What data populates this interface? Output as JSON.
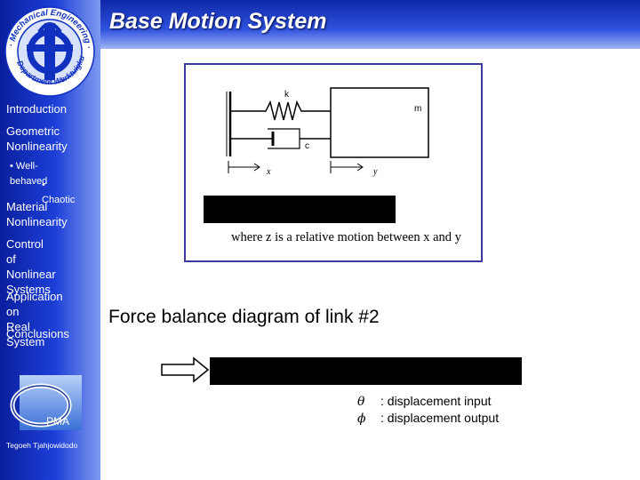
{
  "slide": {
    "title": "Base Motion System",
    "logo_text": "Mechanical Engineering Department Werktuigkunde"
  },
  "sidebar": {
    "items": [
      {
        "label": "Introduction"
      },
      {
        "label": "Geometric\n Nonlinearity"
      },
      {
        "label": "• Well-behaved"
      },
      {
        "label": "• Chaotic"
      },
      {
        "label": "Material\n Nonlinearity"
      },
      {
        "label": "Control of\n Nonlinear\n Systems"
      },
      {
        "label": "Application on\n Real System"
      },
      {
        "label": "Conclusions"
      }
    ],
    "brand": "PMA",
    "author": "Tegoeh Tjahjowidodo"
  },
  "diagram": {
    "spring_label": "k",
    "mass_label": "m",
    "damper_label": "c",
    "x_label": "x",
    "y_label": "y",
    "caption": "where z is a relative motion between x and y"
  },
  "force_balance": {
    "heading": "Force balance diagram of link #2",
    "arrow_icon": "right-arrow-icon",
    "legend": [
      {
        "symbol": "θ",
        "text": ": displacement input"
      },
      {
        "symbol": "ϕ",
        "text": ": displacement output"
      }
    ]
  },
  "colors": {
    "sidebar_dark": "#0a1f9e",
    "sidebar_light": "#7f9af0",
    "panel_border": "#3a3aa0",
    "logo_blue": "#1030c0"
  }
}
